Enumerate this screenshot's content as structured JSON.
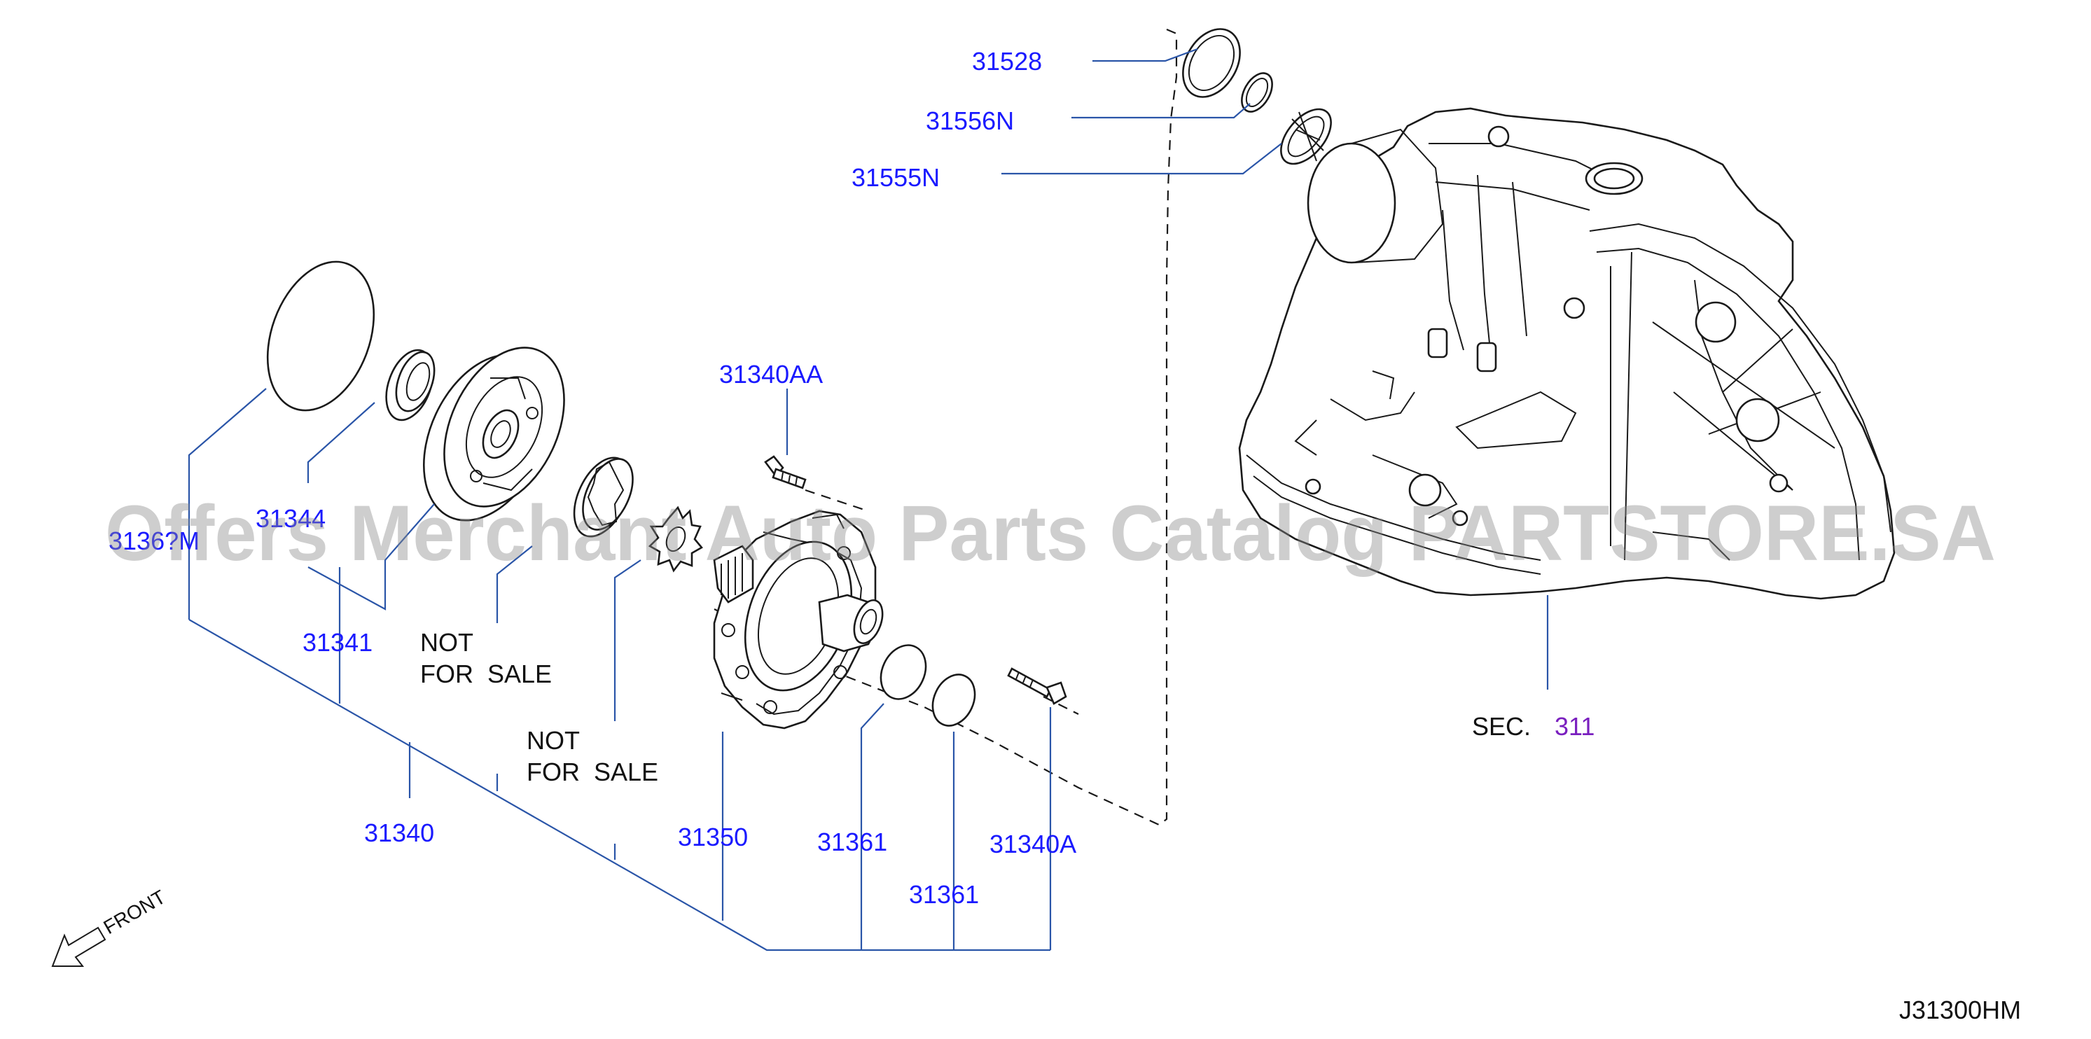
{
  "labels": {
    "p31528": "31528",
    "p31556n": "31556N",
    "p31555n": "31555N",
    "p31340aa": "31340AA",
    "p31344": "31344",
    "p3136x": "3136?M",
    "p31341": "31341",
    "p31340": "31340",
    "p31350": "31350",
    "p31361a": "31361",
    "p31361b": "31361",
    "p31340a": "31340A"
  },
  "not_for_sale_1": {
    "line1": "NOT",
    "line2": "FOR  SALE"
  },
  "not_for_sale_2": {
    "line1": "NOT",
    "line2": "FOR  SALE"
  },
  "section_ref": {
    "prefix": "SEC.",
    "number": "311"
  },
  "front_indicator": {
    "label": "FRONT",
    "icon": "arrow-front-icon"
  },
  "diagram_code": "J31300HM",
  "watermark": "Offers Merchant Auto Parts Catalog PARTSTORE.SA",
  "colors": {
    "label": "#1a1aff",
    "leader": "#2a55a8",
    "section_number": "#7a1fbf"
  }
}
